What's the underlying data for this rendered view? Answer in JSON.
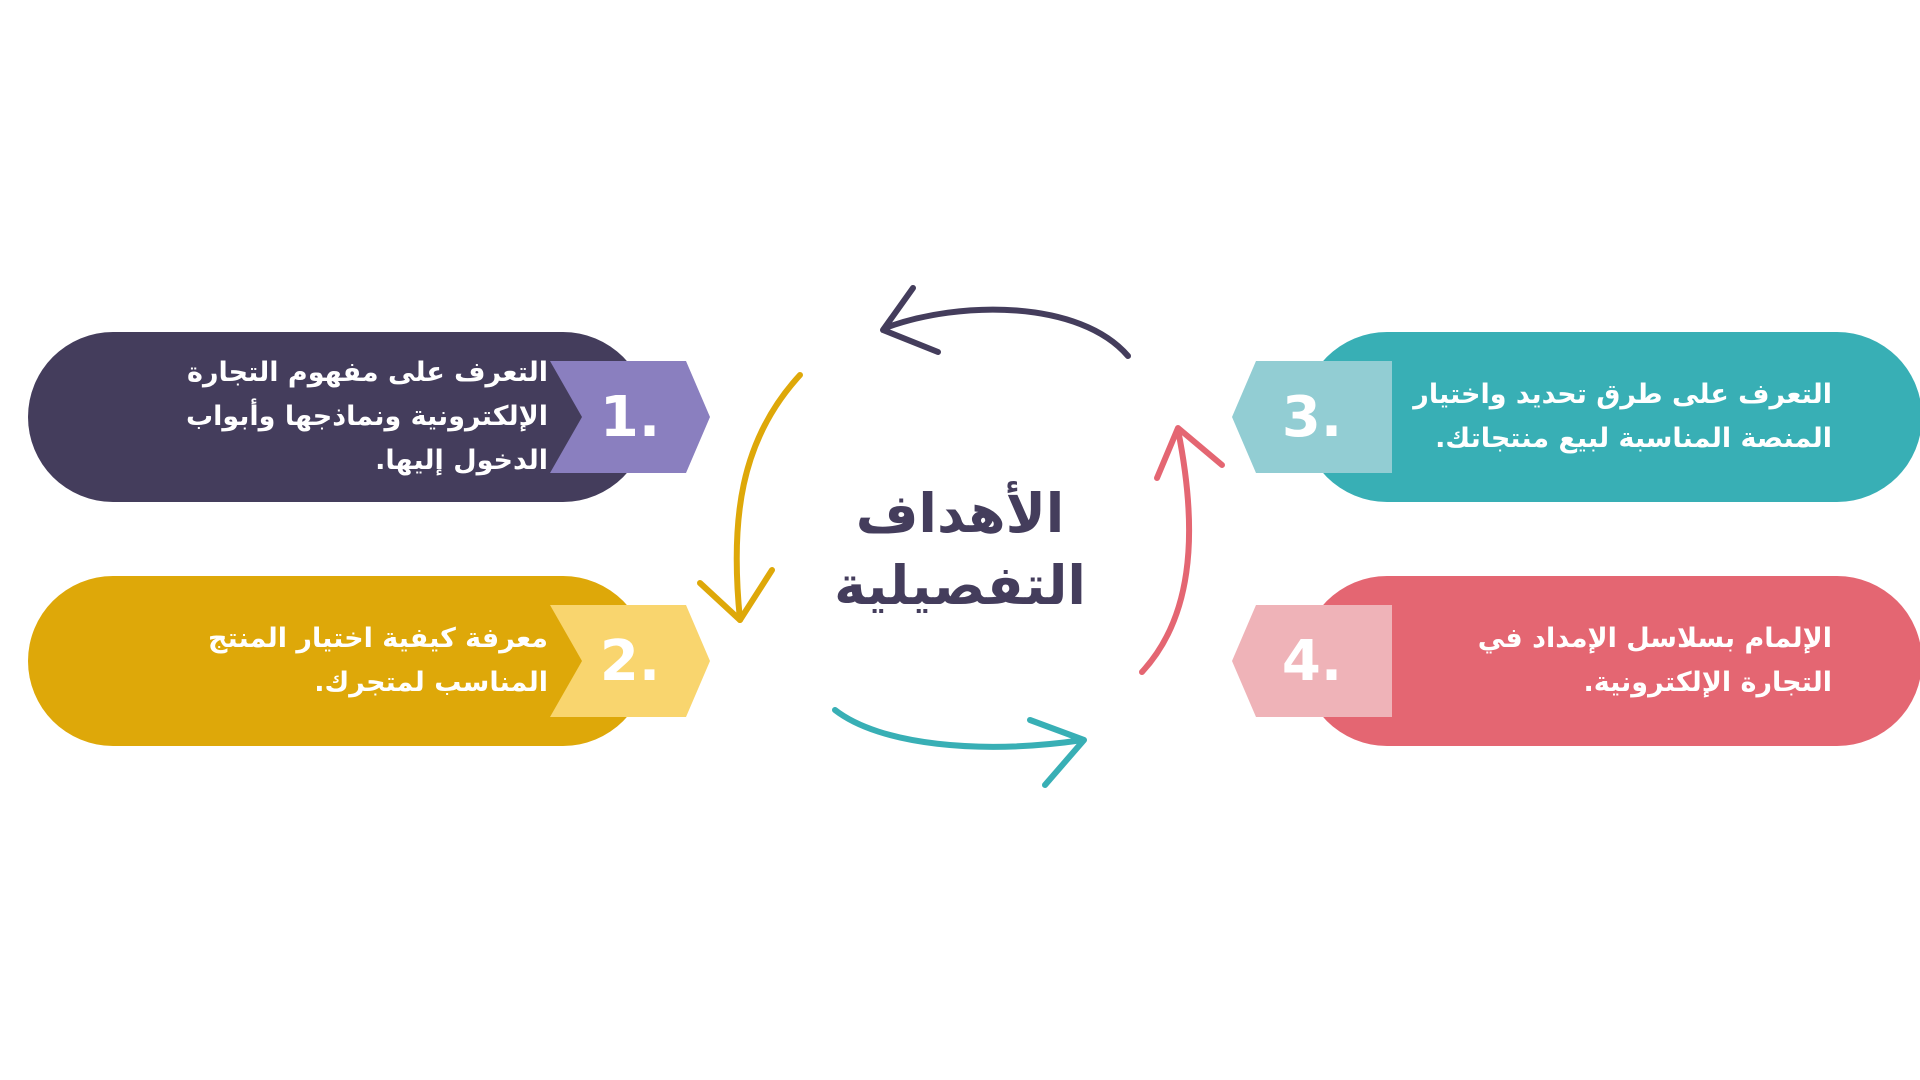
{
  "colors": {
    "purple_dark": "#443d5c",
    "purple_light": "#8a7fbf",
    "gold": "#dea809",
    "gold_light": "#f9d56e",
    "teal": "#38afb5",
    "teal_light": "#92cdd3",
    "red": "#e46672",
    "red_light": "#efb3b8"
  },
  "center_title": {
    "line1": "الأهداف",
    "line2": "التفصيلية"
  },
  "items": [
    {
      "number": "1.",
      "lines": [
        "التعرف على مفهوم التجارة",
        "الإلكترونية ونماذجها وأبواب",
        "الدخول إليها."
      ],
      "color": "#443d5c",
      "badge_color": "#8a7fbf"
    },
    {
      "number": "2.",
      "lines": [
        "معرفة كيفية اختيار المنتج",
        "المناسب لمتجرك."
      ],
      "color": "#dea809",
      "badge_color": "#f9d56e"
    },
    {
      "number": "3.",
      "lines": [
        "التعرف على طرق تحديد واختيار",
        "المنصة المناسبة لبيع منتجاتك."
      ],
      "color": "#38afb5",
      "badge_color": "#92cdd3"
    },
    {
      "number": "4.",
      "lines": [
        "الإلمام بسلاسل الإمداد في",
        "التجارة الإلكترونية."
      ],
      "color": "#e46672",
      "badge_color": "#efb3b8"
    }
  ]
}
